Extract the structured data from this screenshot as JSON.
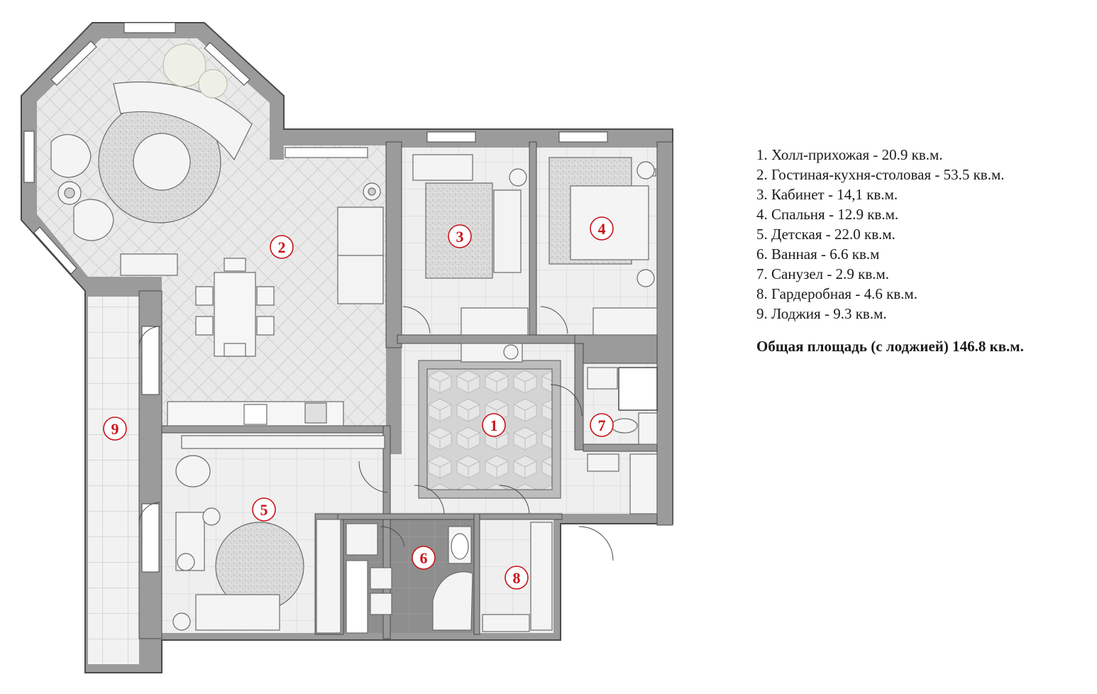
{
  "legend": {
    "items": [
      "1. Холл-прихожая - 20.9 кв.м.",
      "2. Гостиная-кухня-столовая - 53.5 кв.м.",
      "3. Кабинет - 14,1 кв.м.",
      "4. Спальня - 12.9 кв.м.",
      "5. Детская - 22.0 кв.м.",
      "6. Ванная - 6.6 кв.м",
      "7. Санузел - 2.9 кв.м.",
      "8. Гардеробная - 4.6 кв.м.",
      "9. Лоджия - 9.3 кв.м."
    ],
    "total": "Общая площадь (с лоджией) 146.8 кв.м."
  },
  "room_markers": [
    "1",
    "2",
    "3",
    "4",
    "5",
    "6",
    "7",
    "8",
    "9"
  ],
  "colors": {
    "wall": "#9b9b9b",
    "wall_outline": "#4a4a4a",
    "floor_light": "#ececec",
    "floor_tile": "#f1f1f1",
    "bath_floor": "#8a8a8a",
    "marker_red": "#c8141a",
    "rug": "#d6d6d6"
  }
}
